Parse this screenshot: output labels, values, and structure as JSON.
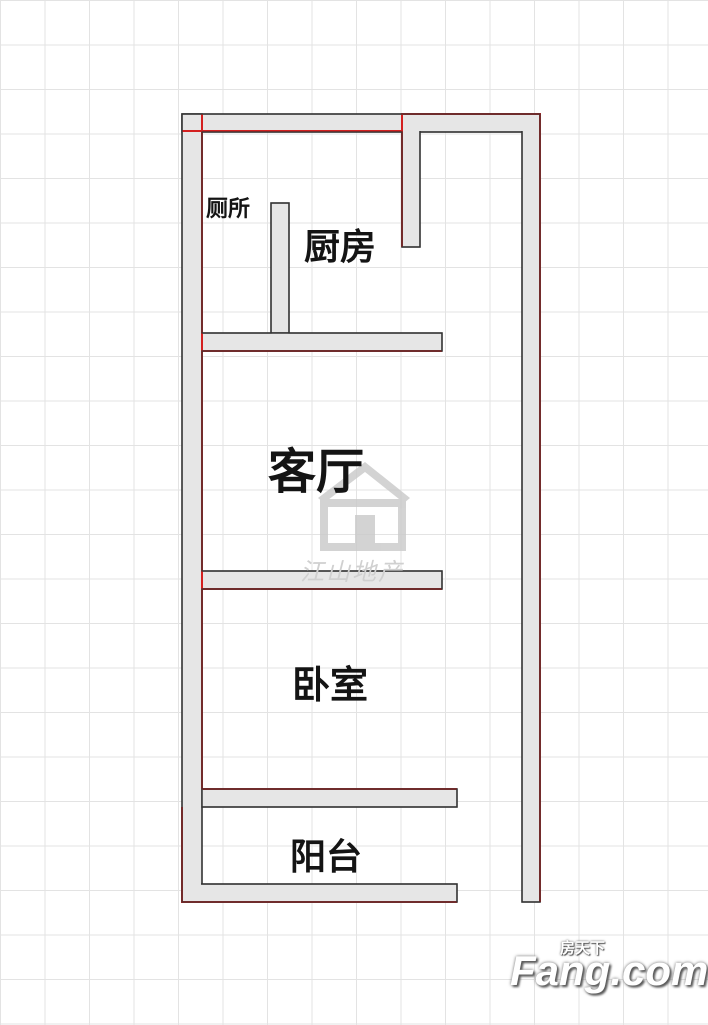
{
  "rooms": {
    "toilet": "厕所",
    "kitchen": "厨房",
    "living_room": "客厅",
    "bedroom": "卧室",
    "balcony": "阳台"
  },
  "watermark": {
    "text": "江山地产"
  },
  "brand": {
    "top": "房天下",
    "main": "Fang.com"
  },
  "colors": {
    "wall_fill": "#e6e6e6",
    "wall_stroke": "#333333",
    "red_outline": "#d42020",
    "grid": "#e3e3e3"
  }
}
